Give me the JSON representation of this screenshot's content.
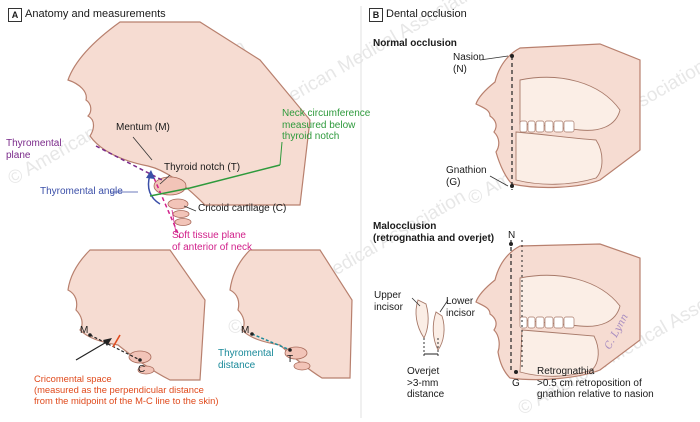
{
  "panel_a": {
    "letter": "A",
    "title": "Anatomy and measurements",
    "labels": {
      "mentum": "Mentum (M)",
      "thyromental_plane": [
        "Thyromental",
        "plane"
      ],
      "thyroid_notch": "Thyroid notch (T)",
      "neck_circumference": [
        "Neck circumference",
        "measured below",
        "thyroid notch"
      ],
      "thyromental_angle": "Thyromental angle",
      "cricoid": "Cricoid cartilage (C)",
      "soft_tissue": [
        "Soft tissue plane",
        "of anterior of neck"
      ],
      "m_left": "M",
      "c_left": "C",
      "cricomental": [
        "Cricomental space",
        "(measured as the perpendicular distance",
        "from the midpoint of the M-C line to the skin)"
      ],
      "m_right": "M",
      "t_right": "T",
      "thyromental_distance": [
        "Thyromental",
        "distance"
      ]
    }
  },
  "panel_b": {
    "letter": "B",
    "title": "Dental occlusion",
    "labels": {
      "normal": "Normal occlusion",
      "nasion": [
        "Nasion",
        "(N)"
      ],
      "gnathion": [
        "Gnathion",
        "(G)"
      ],
      "malocclusion": [
        "Malocclusion",
        "(retrognathia and overjet)"
      ],
      "n": "N",
      "upper_incisor": [
        "Upper",
        "incisor"
      ],
      "lower_incisor": [
        "Lower",
        "incisor"
      ],
      "overjet": [
        "Overjet",
        ">3-mm",
        "distance"
      ],
      "g": "G",
      "retrognathia": [
        "Retrognathia",
        ">0.5 cm retroposition of",
        "gnathion relative to nasion"
      ]
    }
  },
  "watermark": "© American Medical Association",
  "signature": "C. Lynn",
  "colors": {
    "thyromental_plane": "#7a2a8a",
    "neck_circumference": "#2e9a3c",
    "thyromental_angle": "#3b4fa8",
    "soft_tissue": "#d1208a",
    "cricomental": "#e04a1c",
    "thyromental_distance": "#1a8a9a",
    "skin": "#f6dcd2",
    "skin_line": "#b8806e"
  }
}
